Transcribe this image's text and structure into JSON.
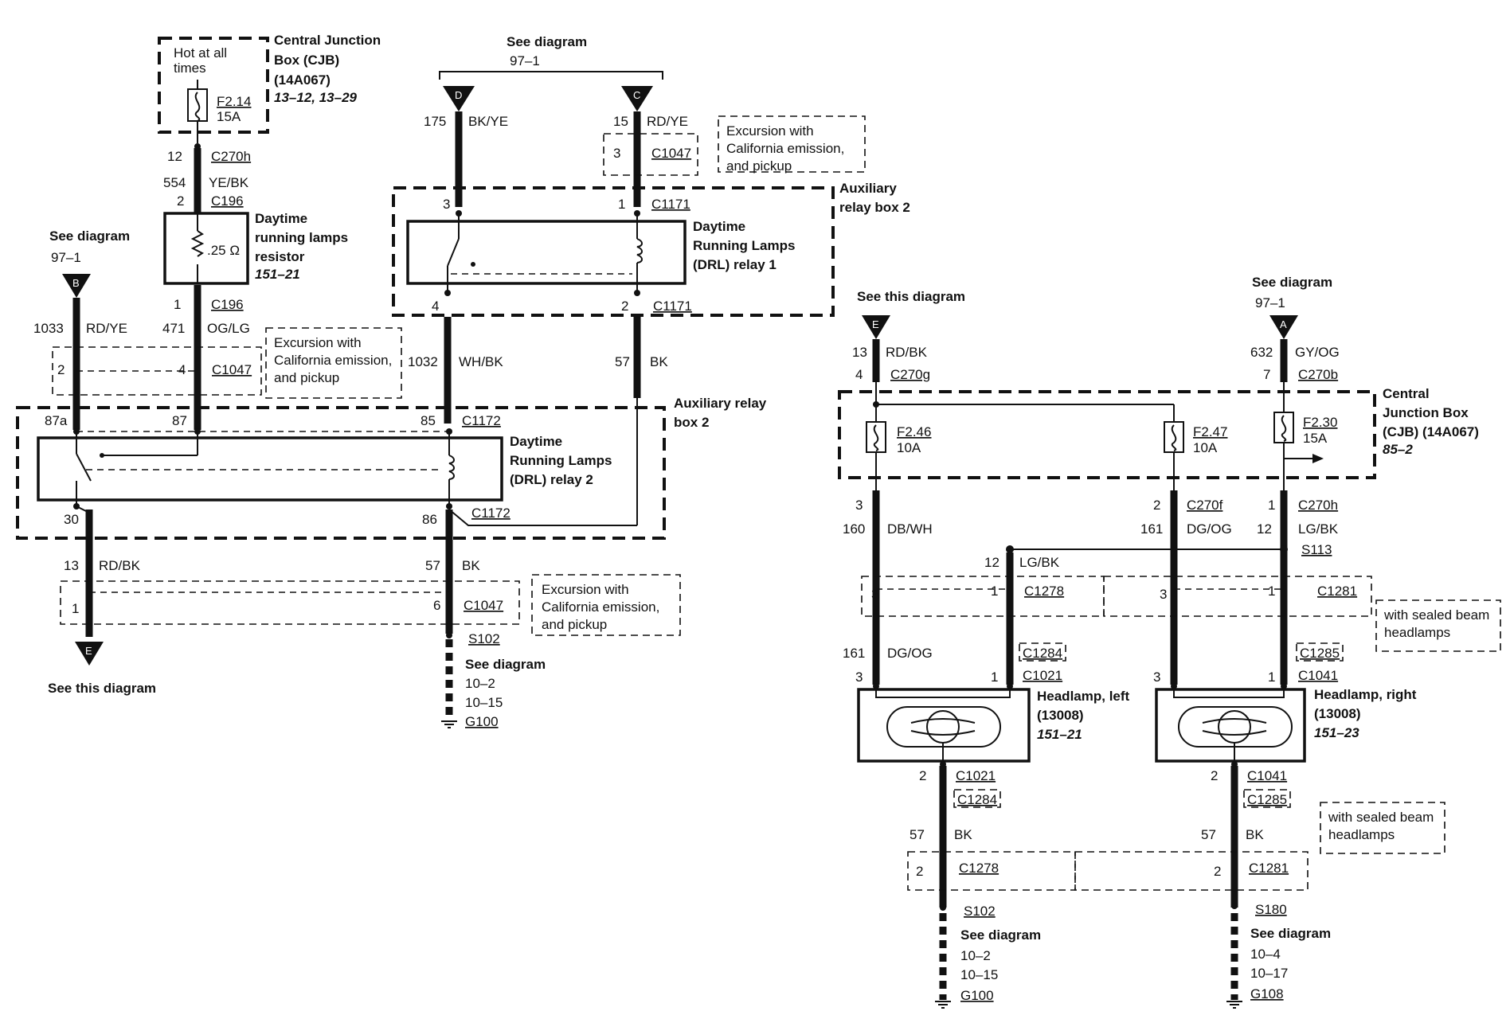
{
  "labels": {
    "top_left_ref": "See diagram",
    "top_left_ref_num": "97–1",
    "top_mid_ref": "See diagram",
    "top_mid_ref_num": "97–1",
    "right_e_ref": "See this diagram",
    "right_a_ref": "See diagram",
    "right_a_ref_num": "97–1",
    "bottom_e_ref": "See this diagram",
    "hot_line1": "Hot at all",
    "hot_line2": "times",
    "fuse_f214": "F2.14",
    "fuse_f214_amp": "15A",
    "cjb_line1": "Central Junction",
    "cjb_line2": "Box (CJB)",
    "cjb_line3": "(14A067)",
    "cjb_line4": "13–12, 13–29",
    "c270h_top": "C270h",
    "w12": "12",
    "w554": "554",
    "yebk": "YE/BK",
    "pin2_c196": "2",
    "c196_top": "C196",
    "resistor_val": ".25 Ω",
    "drl_res_line1": "Daytime",
    "drl_res_line2": "running lamps",
    "drl_res_line3": "resistor",
    "drl_res_line4": "151–21",
    "pin1_c196": "1",
    "c196_bot": "C196",
    "w1033": "1033",
    "rdye_left": "RD/YE",
    "w471": "471",
    "oglg": "OG/LG",
    "exc_left_1": "Excursion with",
    "exc_left_2": "California emission,",
    "exc_left_3": "and pickup",
    "pin2_c1047_left": "2",
    "pin4_c1047_left": "4",
    "c1047_left": "C1047",
    "w175": "175",
    "bkye": "BK/YE",
    "w15": "15",
    "rdye_mid": "RD/YE",
    "pin3_c1047_top": "3",
    "c1047_top": "C1047",
    "exc_top_1": "Excursion with",
    "exc_top_2": "California emission,",
    "exc_top_3": "and pickup",
    "pin3_c1171": "3",
    "pin1_c1171": "1",
    "c1171_top": "C1171",
    "aux2_top_1": "Auxiliary",
    "aux2_top_2": "relay box 2",
    "relay1_line1": "Daytime",
    "relay1_line2": "Running Lamps",
    "relay1_line3": "(DRL) relay 1",
    "pin4_c1171": "4",
    "pin2_c1171": "2",
    "c1171_bot": "C1171",
    "w1032": "1032",
    "whbk": "WH/BK",
    "w57_mid": "57",
    "bk_mid": "BK",
    "pin87a": "87a",
    "pin87": "87",
    "pin85": "85",
    "c1172_top": "C1172",
    "aux2_mid_1": "Auxiliary relay",
    "aux2_mid_2": "box 2",
    "relay2_line1": "Daytime",
    "relay2_line2": "Running Lamps",
    "relay2_line3": "(DRL) relay 2",
    "pin30": "30",
    "pin86": "86",
    "c1172_bot": "C1172",
    "w13_left": "13",
    "rdbk_left": "RD/BK",
    "w57_left": "57",
    "bk_left": "BK",
    "pin1_c1047_bot": "1",
    "pin6_c1047_bot": "6",
    "c1047_bot": "C1047",
    "exc_bot_1": "Excursion with",
    "exc_bot_2": "California emission,",
    "exc_bot_3": "and pickup",
    "s102_mid": "S102",
    "see_mid": "See diagram",
    "see_mid_1": "10–2",
    "see_mid_2": "10–15",
    "g100_mid": "G100",
    "w13_right": "13",
    "rdbk_right": "RD/BK",
    "pin4_c270g": "4",
    "c270g": "C270g",
    "w632": "632",
    "gyog": "GY/OG",
    "pin7_c270b": "7",
    "c270b": "C270b",
    "f246": "F2.46",
    "f246_amp": "10A",
    "f247": "F2.47",
    "f247_amp": "10A",
    "f230": "F2.30",
    "f230_amp": "15A",
    "cjb_r_1": "Central",
    "cjb_r_2": "Junction Box",
    "cjb_r_3": "(CJB) (14A067)",
    "cjb_r_4": "85–2",
    "pin3_l": "3",
    "w160": "160",
    "dbwh": "DB/WH",
    "pin2_c270f": "2",
    "c270f": "C270f",
    "w161_r": "161",
    "dgog_r": "DG/OG",
    "pin1_c270h": "1",
    "c270h_r": "C270h",
    "w12_r": "12",
    "lgbk_r": "LG/BK",
    "s113": "S113",
    "w12_mid": "12",
    "lgbk_mid": "LG/BK",
    "pin3_c1278": "3",
    "pin1_c1278": "1",
    "c1278_top": "C1278",
    "pin3_c1281": "3",
    "pin1_c1281": "1",
    "c1281_top": "C1281",
    "sealed_top_1": "with sealed beam",
    "sealed_top_2": "headlamps",
    "w161_l": "161",
    "dgog_l": "DG/OG",
    "c1284_top": "C1284",
    "c1285_top": "C1285",
    "pin3_c1021": "3",
    "pin1_c1021": "1",
    "c1021_top": "C1021",
    "pin3_c1041": "3",
    "pin1_c1041": "1",
    "c1041_top": "C1041",
    "hl_left_1": "Headlamp, left",
    "hl_left_2": "(13008)",
    "hl_left_3": "151–21",
    "hl_right_1": "Headlamp, right",
    "hl_right_2": "(13008)",
    "hl_right_3": "151–23",
    "pin2_c1021": "2",
    "c1021_bot": "C1021",
    "c1284_bot": "C1284",
    "pin2_c1041": "2",
    "c1041_bot": "C1041",
    "c1285_bot": "C1285",
    "sealed_bot_1": "with sealed beam",
    "sealed_bot_2": "headlamps",
    "w57_hl": "57",
    "bk_hl": "BK",
    "w57_hr": "57",
    "bk_hr": "BK",
    "pin2_c1278": "2",
    "c1278_bot": "C1278",
    "pin2_c1281": "2",
    "c1281_bot": "C1281",
    "s102_r": "S102",
    "see_r1": "See diagram",
    "see_r1_1": "10–2",
    "see_r1_2": "10–15",
    "g100_r": "G100",
    "s180": "S180",
    "see_r2": "See diagram",
    "see_r2_1": "10–4",
    "see_r2_2": "10–17",
    "g108": "G108"
  },
  "connector_letters": {
    "b": "B",
    "d": "D",
    "c": "C",
    "e_top": "E",
    "a": "A",
    "e_bot": "E"
  }
}
